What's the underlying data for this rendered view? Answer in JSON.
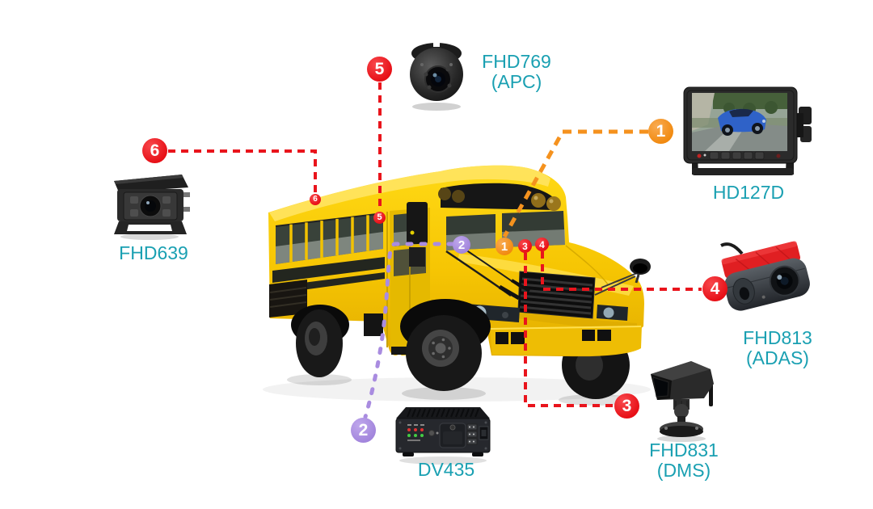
{
  "page": {
    "background": "#ffffff"
  },
  "colors": {
    "red": "#e9141c",
    "orange": "#f5921e",
    "purple": "#a98ce0",
    "teal": "#1aa0b2",
    "bus_yellow": "#f6c503"
  },
  "scene": {
    "vehicle": "yellow school bus, front three-quarter view"
  },
  "products": {
    "hd127d": {
      "label": "HD127D",
      "badge": "1",
      "badge_color": "orange",
      "depicts": "dash monitor showing a blue sports car"
    },
    "dv435": {
      "label": "DV435",
      "badge": "2",
      "badge_color": "purple",
      "depicts": "mobile DVR box"
    },
    "fhd831": {
      "label": "FHD831",
      "type": "(DMS)",
      "badge": "3",
      "badge_color": "red",
      "depicts": "driver monitoring camera on pedestal mount"
    },
    "fhd813": {
      "label": "FHD813",
      "type": "(ADAS)",
      "badge": "4",
      "badge_color": "red",
      "depicts": "windshield camera with red adhesive pad"
    },
    "fhd769": {
      "label": "FHD769",
      "type": "(APC)",
      "badge": "5",
      "badge_color": "red",
      "depicts": "dome camera"
    },
    "fhd639": {
      "label": "FHD639",
      "badge": "6",
      "badge_color": "red",
      "depicts": "infrared box camera with bracket"
    }
  },
  "connections": [
    {
      "badge": "1",
      "color": "orange",
      "product": "HD127D",
      "attaches_at": "windshield / driver area"
    },
    {
      "badge": "2",
      "color": "purple",
      "product": "DV435",
      "attaches_at": "cabin near entry door"
    },
    {
      "badge": "3",
      "color": "red",
      "product": "FHD831",
      "attaches_at": "front of bus, dashboard area"
    },
    {
      "badge": "4",
      "color": "red",
      "product": "FHD813",
      "attaches_at": "front windshield area"
    },
    {
      "badge": "5",
      "color": "red",
      "product": "FHD769",
      "attaches_at": "cabin ceiling near door"
    },
    {
      "badge": "6",
      "color": "red",
      "product": "FHD639",
      "attaches_at": "roof rear"
    }
  ]
}
